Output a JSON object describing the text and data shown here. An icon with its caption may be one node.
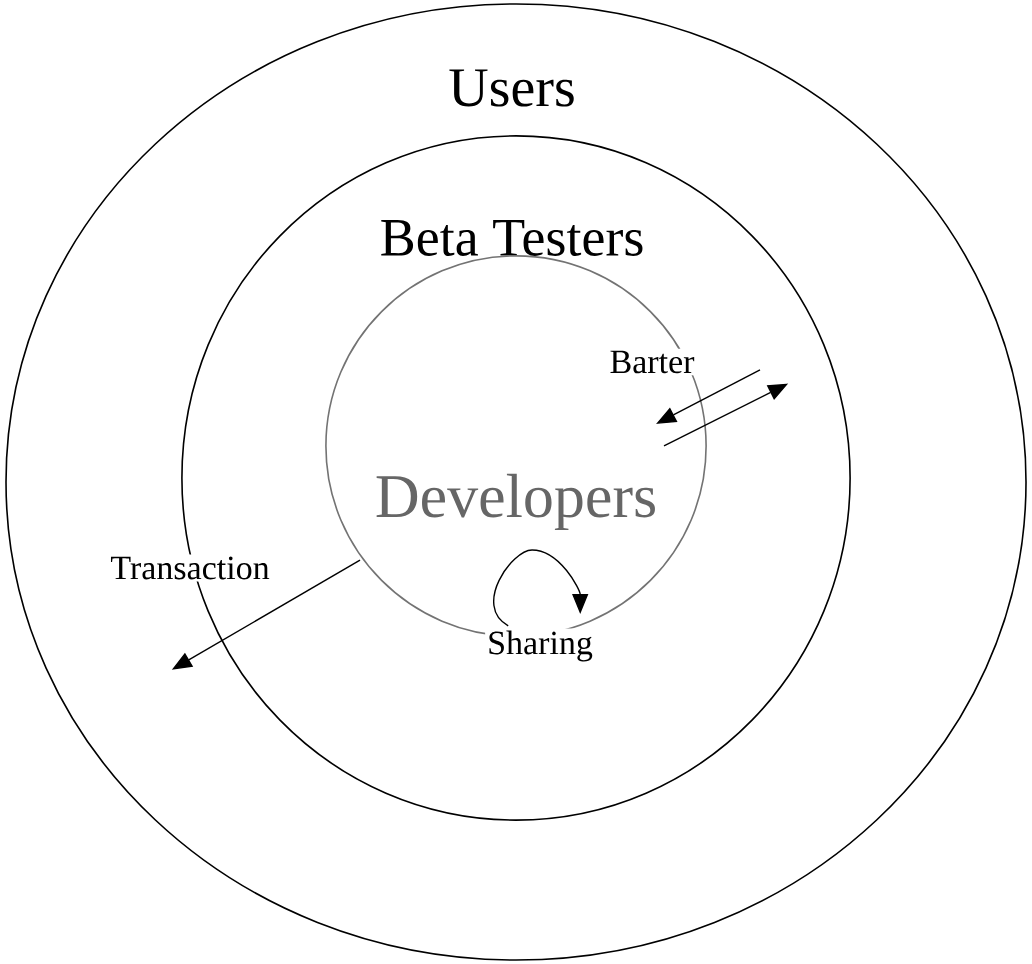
{
  "diagram": {
    "nodes": [
      {
        "text": [
          "Users"
        ]
      },
      {
        "text": [
          "Beta Testers"
        ],
        "in": 0
      },
      {
        "text": [
          "Developers"
        ],
        "in": 1
      }
    ],
    "edges": [
      {
        "from": 1,
        "to": 2,
        "arrow": "to",
        "label": "Barter"
      },
      {
        "from": 2,
        "to": 1,
        "arrow": "to"
      },
      {
        "from": 2,
        "to": 0,
        "arrow": "to",
        "label": "Transaction"
      },
      {
        "from": 2,
        "to": 2,
        "arrow": "to",
        "label": "Sharing"
      }
    ]
  }
}
